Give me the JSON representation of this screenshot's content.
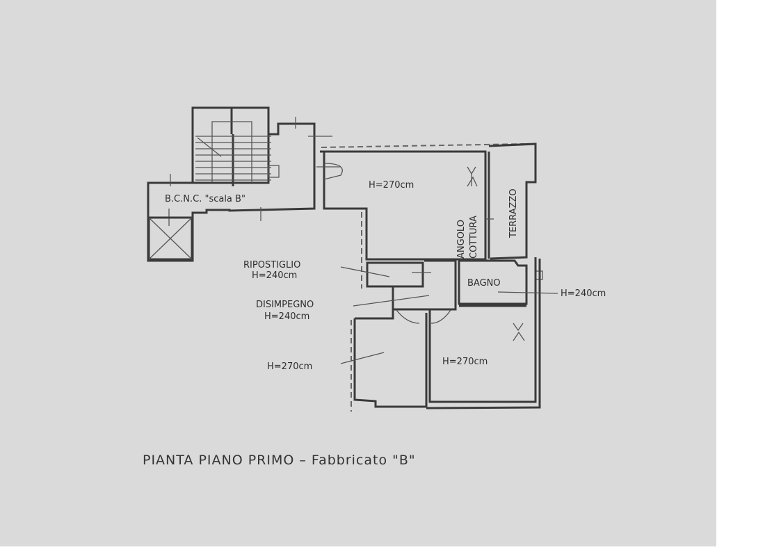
{
  "plan": {
    "title": "PIANTA PIANO PRIMO  –  Fabbricato \"B\"",
    "rooms": {
      "bcnc": "B.C.N.C. \"scala B\"",
      "living_height": "H=270cm",
      "angolo": "ANGOLO",
      "cottura": "COTTURA",
      "terrazzo": "TERRAZZO",
      "ripostiglio": "RIPOSTIGLIO",
      "ripostiglio_height": "H=240cm",
      "disimpegno": "DISIMPEGNO",
      "disimpegno_height": "H=240cm",
      "bagno": "BAGNO",
      "bagno_height": "H=240cm",
      "bedroom_left_height": "H=270cm",
      "bedroom_right_height": "H=270cm"
    }
  }
}
